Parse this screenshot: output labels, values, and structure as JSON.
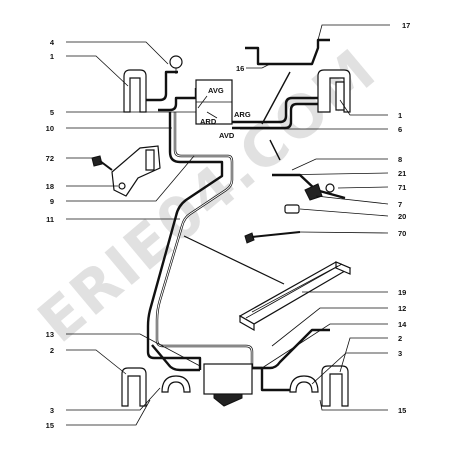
{
  "watermark": "ERIE04.COM",
  "labels": {
    "avg": "AVG",
    "ard": "ARD",
    "arg": "ARG",
    "avd": "AVD"
  },
  "callouts_left": [
    "4",
    "1",
    "5",
    "10",
    "72",
    "18",
    "9",
    "11",
    "13",
    "2",
    "3",
    "15"
  ],
  "callouts_right": [
    "17",
    "16",
    "1",
    "6",
    "8",
    "21",
    "71",
    "7",
    "20",
    "70",
    "19",
    "12",
    "14",
    "2",
    "3",
    "15"
  ],
  "icons": [
    "pipe-clip-icon",
    "brake-compensator-icon",
    "bracket-icon",
    "bolt-icon",
    "union-icon",
    "shield-rail-icon",
    "junction-block-icon"
  ]
}
